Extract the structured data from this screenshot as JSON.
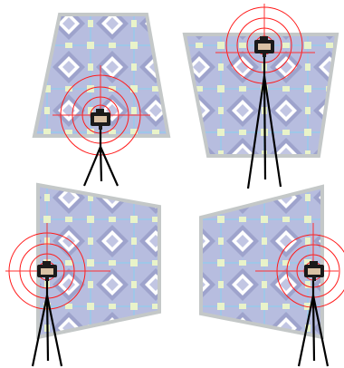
{
  "figure": {
    "panels": [
      {
        "id": "panel-1",
        "screen_shape": "trapezoid-narrow-top",
        "camera": "camera-below-center"
      },
      {
        "id": "panel-2",
        "screen_shape": "trapezoid-narrow-bottom",
        "camera": "camera-top-center-tall-tripod"
      },
      {
        "id": "panel-3",
        "screen_shape": "keystone-narrow-right",
        "camera": "camera-left-side"
      },
      {
        "id": "panel-4",
        "screen_shape": "keystone-narrow-left",
        "camera": "camera-right-side"
      }
    ],
    "colors": {
      "screen_fill": "#b7bddf",
      "screen_border": "#c4c8c8",
      "tile_grid": "#9fc7e8",
      "tile_square": "#e9f3c9",
      "diamond_fill": "#9ea3cc",
      "diamond_inner": "#ffffff",
      "target_rings": "#ff1a1a",
      "crosshair": "#ff3030",
      "camera_body": "#1a1a1a",
      "tripod": "#000000"
    },
    "icons": [
      "camera-icon",
      "tripod-icon",
      "crosshair-target-icon",
      "pattern-screen-icon"
    ]
  }
}
